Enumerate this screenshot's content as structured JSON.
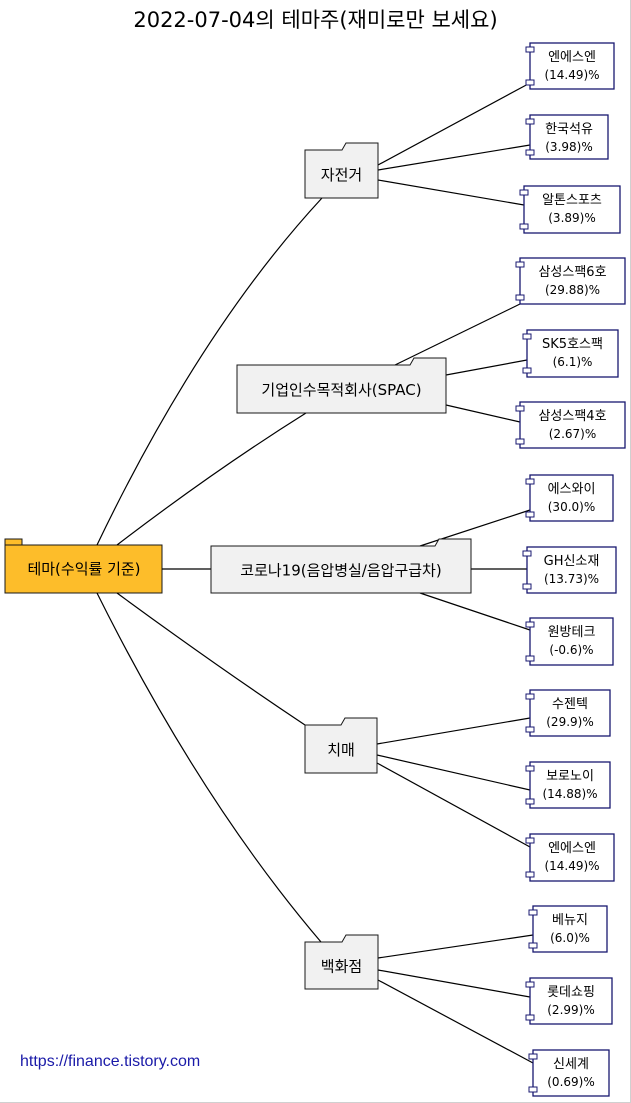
{
  "title": "2022-07-04의 테마주(재미로만 보세요)",
  "root": {
    "label": "테마(수익률 기준)",
    "color": "#FDBD2A"
  },
  "themes": [
    {
      "name": "자전거",
      "stocks": [
        {
          "name": "엔에스엔",
          "ret": "(14.49)%"
        },
        {
          "name": "한국석유",
          "ret": "(3.98)%"
        },
        {
          "name": "알톤스포츠",
          "ret": "(3.89)%"
        }
      ]
    },
    {
      "name": "기업인수목적회사(SPAC)",
      "stocks": [
        {
          "name": "삼성스팩6호",
          "ret": "(29.88)%"
        },
        {
          "name": "SK5호스팩",
          "ret": "(6.1)%"
        },
        {
          "name": "삼성스팩4호",
          "ret": "(2.67)%"
        }
      ]
    },
    {
      "name": "코로나19(음압병실/음압구급차)",
      "stocks": [
        {
          "name": "에스와이",
          "ret": "(30.0)%"
        },
        {
          "name": "GH신소재",
          "ret": "(13.73)%"
        },
        {
          "name": "원방테크",
          "ret": "(-0.6)%"
        }
      ]
    },
    {
      "name": "치매",
      "stocks": [
        {
          "name": "수젠텍",
          "ret": "(29.9)%"
        },
        {
          "name": "보로노이",
          "ret": "(14.88)%"
        },
        {
          "name": "엔에스엔",
          "ret": "(14.49)%"
        }
      ]
    },
    {
      "name": "백화점",
      "stocks": [
        {
          "name": "베뉴지",
          "ret": "(6.0)%"
        },
        {
          "name": "롯데쇼핑",
          "ret": "(2.99)%"
        },
        {
          "name": "신세계",
          "ret": "(0.69)%"
        }
      ]
    }
  ],
  "footer": "https://finance.tistory.com",
  "colors": {
    "folder_fill": "#F1F1F1",
    "folder_stroke": "#181818",
    "component_stroke": "#181870",
    "line": "#000000"
  }
}
